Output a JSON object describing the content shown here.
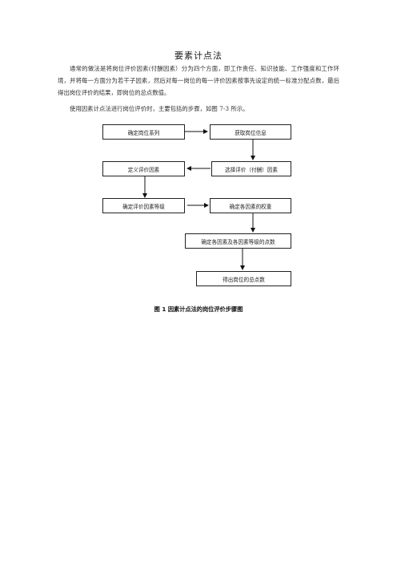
{
  "document": {
    "title": "要素计点法",
    "paragraphs": [
      "通常的做法是将岗位评价因素(付酬因素）分为四个方面，即工作责任、知识技能、工作强度和工作环境，并将每一方面分为若干子因素，然后对每一岗位的每一评价因素按事先设定的统一标准分配点数，最后得出岗位评价的结果，即岗位的总点数值。",
      "使用因素计点法进行岗位评价时，主要包括的步骤，如图 7-3 所示。"
    ],
    "caption": "图 1   因素计点法的岗位评价步骤图"
  },
  "flowchart": {
    "boxes": {
      "confirm_series": "确定岗位系列",
      "get_info": "获取岗位信息",
      "define_factors": "定义评价因素",
      "select_factors": "选择评价（付酬）因素",
      "factor_levels": "确定评价因素等级",
      "factor_weights": "确定各因素的权重",
      "level_points": "确定各因素及各因素等级的点数",
      "total_points": "得出岗位的总点数"
    }
  }
}
